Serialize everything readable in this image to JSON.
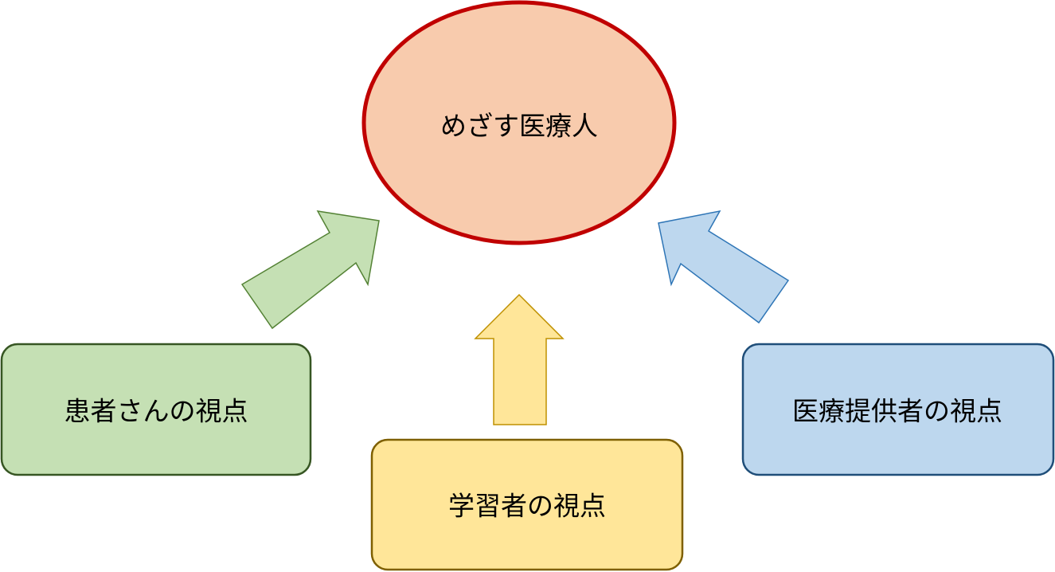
{
  "goal": {
    "label": "めざす医療人",
    "fill": "#F8CBAD",
    "stroke": "#C00000"
  },
  "perspectives": [
    {
      "id": "patient",
      "label": "患者さんの視点",
      "fill": "#C5E0B4",
      "stroke": "#375623",
      "arrow_fill": "#C5E0B4",
      "arrow_stroke": "#548235"
    },
    {
      "id": "learner",
      "label": "学習者の視点",
      "fill": "#FFE699",
      "stroke": "#7F6000",
      "arrow_fill": "#FFE699",
      "arrow_stroke": "#BF9000"
    },
    {
      "id": "provider",
      "label": "医療提供者の視点",
      "fill": "#BDD7EE",
      "stroke": "#1F4E79",
      "arrow_fill": "#BDD7EE",
      "arrow_stroke": "#2E75B6"
    }
  ]
}
